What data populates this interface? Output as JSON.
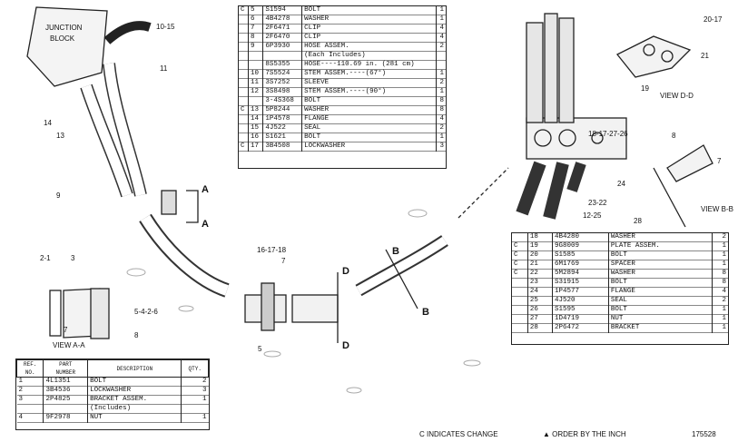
{
  "labels": {
    "junction_block": "JUNCTION\nBLOCK",
    "view_aa": "VIEW A-A",
    "view_bb": "VIEW B-B",
    "view_dd": "VIEW D-D",
    "section_a": "A",
    "section_b": "B",
    "section_d": "D",
    "callouts": [
      "10-15",
      "11",
      "14",
      "13",
      "9",
      "2-1",
      "3",
      "5-4-2-6",
      "7",
      "8",
      "16-17-18",
      "7",
      "5",
      "18-17-27-26",
      "8",
      "7",
      "24",
      "23-22",
      "12-25",
      "28",
      "20-17",
      "21",
      "19"
    ]
  },
  "table_top": {
    "rows": [
      {
        "mark": "C",
        "no": "5",
        "part": "S1594",
        "desc": "BOLT",
        "qty": "1"
      },
      {
        "mark": "",
        "no": "6",
        "part": "4B4278",
        "desc": "WASHER",
        "qty": "1"
      },
      {
        "mark": "",
        "no": "7",
        "part": "2F6471",
        "desc": "CLIP",
        "qty": "4"
      },
      {
        "mark": "",
        "no": "8",
        "part": "2F6470",
        "desc": "CLIP",
        "qty": "4"
      },
      {
        "mark": "",
        "no": "9",
        "part": "6P3930",
        "desc": "HOSE ASSEM.",
        "qty": "2"
      },
      {
        "mark": "",
        "no": "",
        "part": "",
        "desc": "(Each Includes)",
        "qty": ""
      },
      {
        "mark": "",
        "no": "",
        "part": "8S5355",
        "desc": "HOSE----110.69 in. (281 cm)",
        "qty": ""
      },
      {
        "mark": "",
        "no": "10",
        "part": "7S5524",
        "desc": "STEM ASSEM.----(67°)",
        "qty": "1"
      },
      {
        "mark": "",
        "no": "11",
        "part": "3S7252",
        "desc": "SLEEVE",
        "qty": "2"
      },
      {
        "mark": "",
        "no": "12",
        "part": "3S8498",
        "desc": "STEM ASSEM.----(90°)",
        "qty": "1"
      },
      {
        "mark": "",
        "no": "",
        "part": "3-4S368",
        "desc": "BOLT",
        "qty": "8"
      },
      {
        "mark": "C",
        "no": "13",
        "part": "5P8244",
        "desc": "WASHER",
        "qty": "8"
      },
      {
        "mark": "",
        "no": "14",
        "part": "1P4578",
        "desc": "FLANGE",
        "qty": "4"
      },
      {
        "mark": "",
        "no": "15",
        "part": "4J522",
        "desc": "SEAL",
        "qty": "2"
      },
      {
        "mark": "",
        "no": "16",
        "part": "S1621",
        "desc": "BOLT",
        "qty": "1"
      },
      {
        "mark": "C",
        "no": "17",
        "part": "3B4508",
        "desc": "LOCKWASHER",
        "qty": "3"
      }
    ]
  },
  "table_right": {
    "rows": [
      {
        "mark": "",
        "no": "18",
        "part": "4B4280",
        "desc": "WASHER",
        "qty": "2"
      },
      {
        "mark": "C",
        "no": "19",
        "part": "9G8009",
        "desc": "PLATE ASSEM.",
        "qty": "1"
      },
      {
        "mark": "C",
        "no": "20",
        "part": "S1585",
        "desc": "BOLT",
        "qty": "1"
      },
      {
        "mark": "C",
        "no": "21",
        "part": "6M1769",
        "desc": "SPACER",
        "qty": "1"
      },
      {
        "mark": "C",
        "no": "22",
        "part": "5M2894",
        "desc": "WASHER",
        "qty": "8"
      },
      {
        "mark": "",
        "no": "23",
        "part": "S31915",
        "desc": "BOLT",
        "qty": "8"
      },
      {
        "mark": "",
        "no": "24",
        "part": "1P4577",
        "desc": "FLANGE",
        "qty": "4"
      },
      {
        "mark": "",
        "no": "25",
        "part": "4J520",
        "desc": "SEAL",
        "qty": "2"
      },
      {
        "mark": "",
        "no": "26",
        "part": "S1595",
        "desc": "BOLT",
        "qty": "1"
      },
      {
        "mark": "",
        "no": "27",
        "part": "1D4719",
        "desc": "NUT",
        "qty": "1"
      },
      {
        "mark": "",
        "no": "28",
        "part": "2P6472",
        "desc": "BRACKET",
        "qty": "1"
      }
    ]
  },
  "table_bottom_left": {
    "headers": {
      "ref": "REF.\nNO.",
      "part": "PART\nNUMBER",
      "desc": "DESCRIPTION",
      "qty": "QTY."
    },
    "rows": [
      {
        "no": "1",
        "part": "4L1351",
        "desc": "BOLT",
        "qty": "2"
      },
      {
        "no": "2",
        "part": "3B4536",
        "desc": "LOCKWASHER",
        "qty": "3"
      },
      {
        "no": "3",
        "part": "2P4825",
        "desc": "BRACKET ASSEM.",
        "qty": "1"
      },
      {
        "no": "",
        "part": "",
        "desc": "(Includes)",
        "qty": ""
      },
      {
        "no": "4",
        "part": "9F2978",
        "desc": "NUT",
        "qty": "1"
      }
    ]
  },
  "notes": {
    "change": "C INDICATES CHANGE",
    "order": "▲ ORDER BY THE INCH",
    "drawing_no": "175528"
  }
}
